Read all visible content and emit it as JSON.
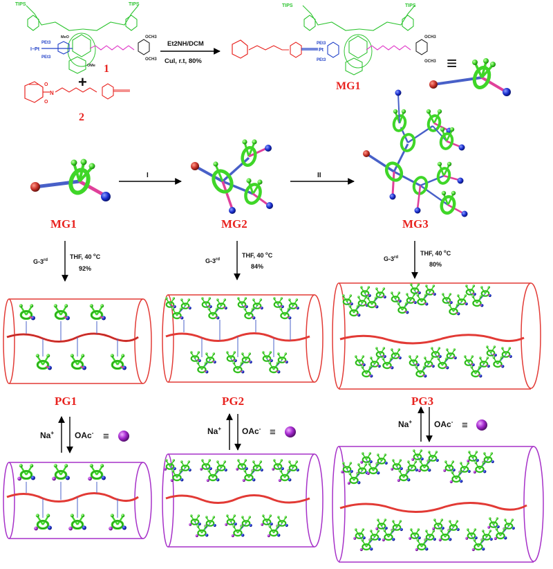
{
  "reaction": {
    "cond_top": "Et2NH/DCM",
    "cond_bottom": "CuI,  r.t, 80%",
    "compound1": "1",
    "compound2": "2",
    "plus": "+",
    "product": "MG1",
    "equiv": "≡"
  },
  "chem_text": {
    "tips1": "TIPS",
    "tips2": "TIPS",
    "tips3": "TIPS",
    "tips4": "TIPS",
    "pet3a": "PEt3",
    "pet3b": "PEt3",
    "pet3c": "PEt3",
    "pet3d": "PEt3",
    "pt1": "I−Pt",
    "pt2": "Pt",
    "ome1": "OCH3",
    "ome2": "OCH3",
    "ome3": "OCH3",
    "ome4": "OCH3",
    "ome5": "OMe",
    "ome6": "MeO",
    "o1": "O",
    "o2": "O",
    "n1": "N"
  },
  "generations": {
    "mg_labels": [
      "MG1",
      "MG2",
      "MG3"
    ],
    "step_I": "I",
    "step_II": "II"
  },
  "polymerization": [
    {
      "reagent": "G-3",
      "sup": "rd",
      "cond": "THF, 40 ",
      "deg": "o",
      "unit": "C",
      "yield": "92%"
    },
    {
      "reagent": "G-3",
      "sup": "rd",
      "cond": "THF, 40 ",
      "deg": "o",
      "unit": "C",
      "yield": "84%"
    },
    {
      "reagent": "G-3",
      "sup": "rd",
      "cond": "THF, 40 ",
      "deg": "o",
      "unit": "C",
      "yield": "80%"
    }
  ],
  "polymers": [
    "PG1",
    "PG2",
    "PG3"
  ],
  "exchange": {
    "cation": "Na",
    "cation_charge": "+",
    "anion": "OAc",
    "anion_charge": "-",
    "equiv": "≡"
  },
  "colors": {
    "label_red": "#e8231f",
    "cylinder_red": "#e23a35",
    "cylinder_purple": "#a630c8",
    "ring_green": "#3fd628",
    "bead_blue": "#1a2fd0",
    "bead_purple": "#b02bd6",
    "bead_red": "#c8322a",
    "chain_pink": "#e0409a"
  }
}
